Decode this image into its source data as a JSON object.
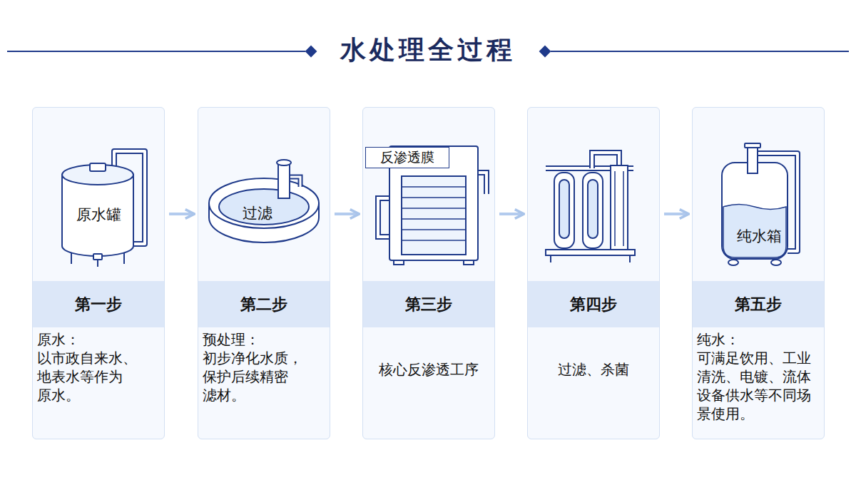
{
  "diagram": {
    "title": "水处理全过程",
    "nodes": [
      {
        "text": [
          "原水：",
          "以市政自来水、 地表水等作为 原水。"
        ]
      },
      {
        "text": [
          "原水罐"
        ],
        "in": 0
      },
      {
        "text": [
          "第一步"
        ],
        "in": 0
      },
      {
        "text": [
          "预处理：",
          "初步净化水质， 保护后续精密 滤材。"
        ]
      },
      {
        "text": [
          "过滤"
        ],
        "in": 3
      },
      {
        "text": [
          "第二步"
        ],
        "in": 3
      },
      {
        "text": [
          "核心反渗透工序"
        ]
      },
      {
        "text": [
          "反渗透膜"
        ],
        "in": 6
      },
      {
        "text": [
          "第三步"
        ],
        "in": 6
      },
      {
        "text": [
          "过滤、杀菌"
        ]
      },
      {
        "text": [
          "第四步"
        ],
        "in": 9
      },
      {
        "text": [
          "纯水：",
          "可满足饮用、工业 清洗、电镀、流体 设备供水等不同场 景使用。"
        ]
      },
      {
        "text": [
          "纯水箱"
        ],
        "in": 11
      },
      {
        "text": [
          "第五步"
        ],
        "in": 11
      }
    ],
    "edges": [
      {
        "from": 0,
        "to": 3,
        "arrow": "to"
      },
      {
        "from": 3,
        "to": 6,
        "arrow": "to"
      },
      {
        "from": 6,
        "to": 9,
        "arrow": "to"
      },
      {
        "from": 9,
        "to": 11,
        "arrow": "to"
      }
    ]
  }
}
